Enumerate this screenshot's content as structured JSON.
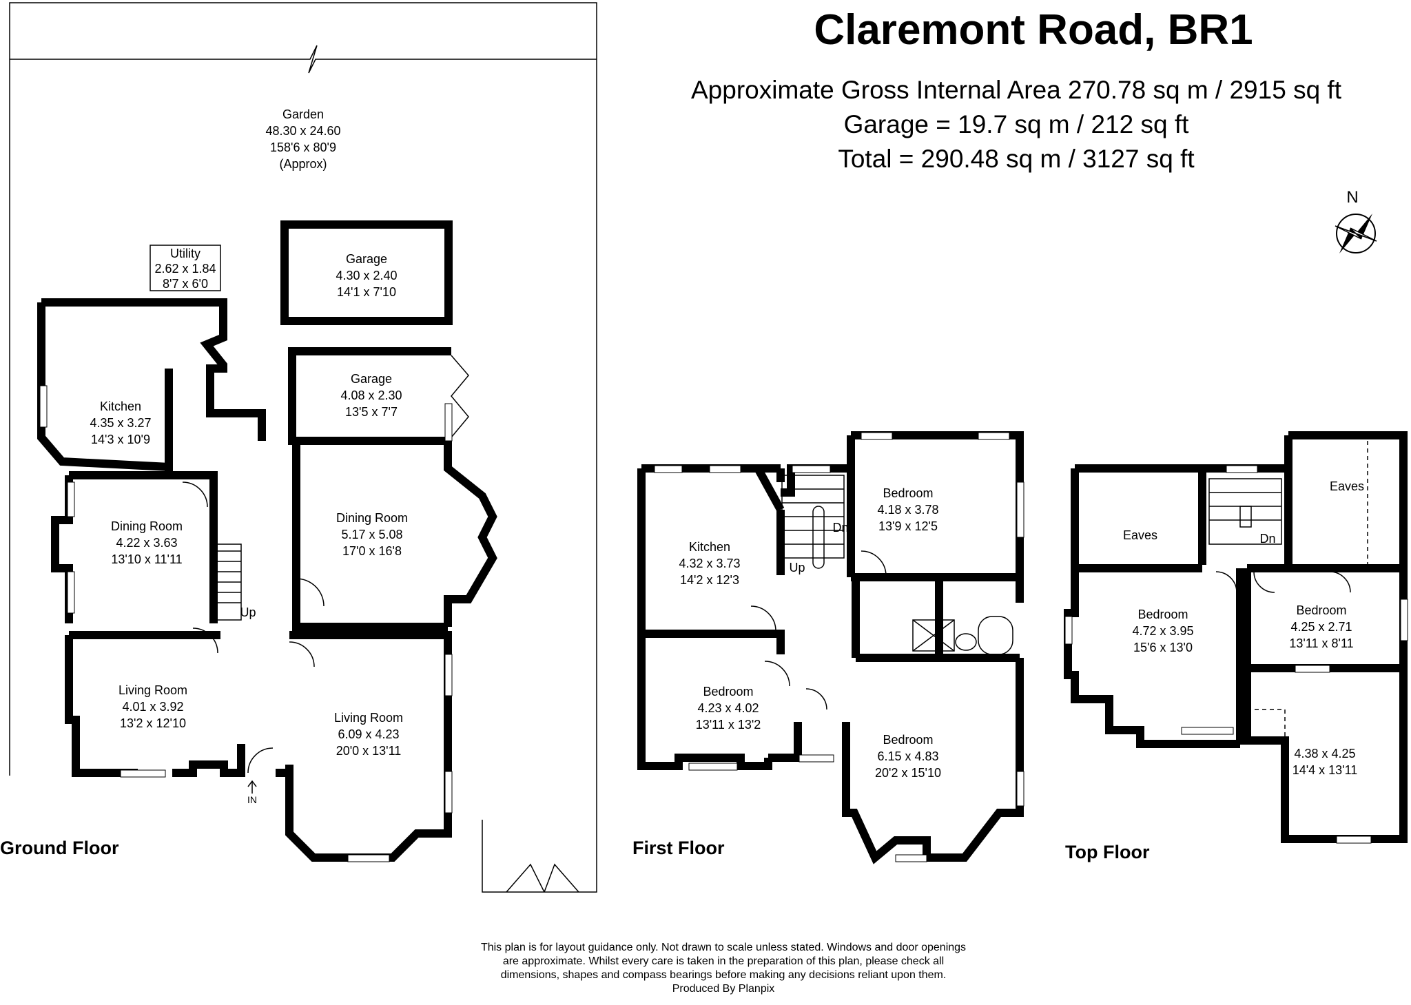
{
  "header": {
    "title": "Claremont Road, BR1",
    "area_lines": [
      "Approximate Gross Internal Area 270.78 sq m / 2915 sq ft",
      "Garage = 19.7 sq m / 212 sq ft",
      "Total = 290.48 sq m / 3127 sq ft"
    ]
  },
  "compass": {
    "label": "N"
  },
  "floors": {
    "ground": "Ground Floor",
    "first": "First Floor",
    "top": "Top Floor"
  },
  "ground_rooms": {
    "garden": [
      "Garden",
      "48.30 x 24.60",
      "158'6 x 80'9",
      "(Approx)"
    ],
    "utility": [
      "Utility",
      "2.62 x 1.84",
      "8'7 x 6'0"
    ],
    "garage1": [
      "Garage",
      "4.30 x 2.40",
      "14'1 x 7'10"
    ],
    "garage2": [
      "Garage",
      "4.08 x 2.30",
      "13'5 x 7'7"
    ],
    "kitchen": [
      "Kitchen",
      "4.35 x 3.27",
      "14'3 x 10'9"
    ],
    "dining1": [
      "Dining Room",
      "4.22 x 3.63",
      "13'10 x 11'11"
    ],
    "dining2": [
      "Dining Room",
      "5.17 x 5.08",
      "17'0 x 16'8"
    ],
    "living1": [
      "Living Room",
      "4.01 x 3.92",
      "13'2 x 12'10"
    ],
    "living2": [
      "Living Room",
      "6.09 x 4.23",
      "20'0 x 13'11"
    ],
    "up": "Up",
    "in": "IN"
  },
  "first_rooms": {
    "kitchen": [
      "Kitchen",
      "4.32 x 3.73",
      "14'2 x 12'3"
    ],
    "bed1": [
      "Bedroom",
      "4.18 x 3.78",
      "13'9 x 12'5"
    ],
    "bed2": [
      "Bedroom",
      "4.23 x 4.02",
      "13'11 x 13'2"
    ],
    "bed3": [
      "Bedroom",
      "6.15 x 4.83",
      "20'2 x 15'10"
    ],
    "dn": "Dn",
    "up": "Up"
  },
  "top_rooms": {
    "eaves1": "Eaves",
    "eaves2": "Eaves",
    "bed1": [
      "Bedroom",
      "4.72 x 3.95",
      "15'6 x 13'0"
    ],
    "bed2": [
      "Bedroom",
      "4.25 x 2.71",
      "13'11 x 8'11"
    ],
    "room": [
      "4.38 x 4.25",
      "14'4 x 13'11"
    ],
    "dn": "Dn"
  },
  "disclaimer": [
    "This plan is for layout guidance only. Not drawn to scale unless stated. Windows and door openings",
    "are approximate. Whilst every care is taken in the preparation of this plan, please check all",
    "dimensions, shapes and compass bearings before making any decisions reliant upon them.",
    "Produced By Planpix"
  ]
}
